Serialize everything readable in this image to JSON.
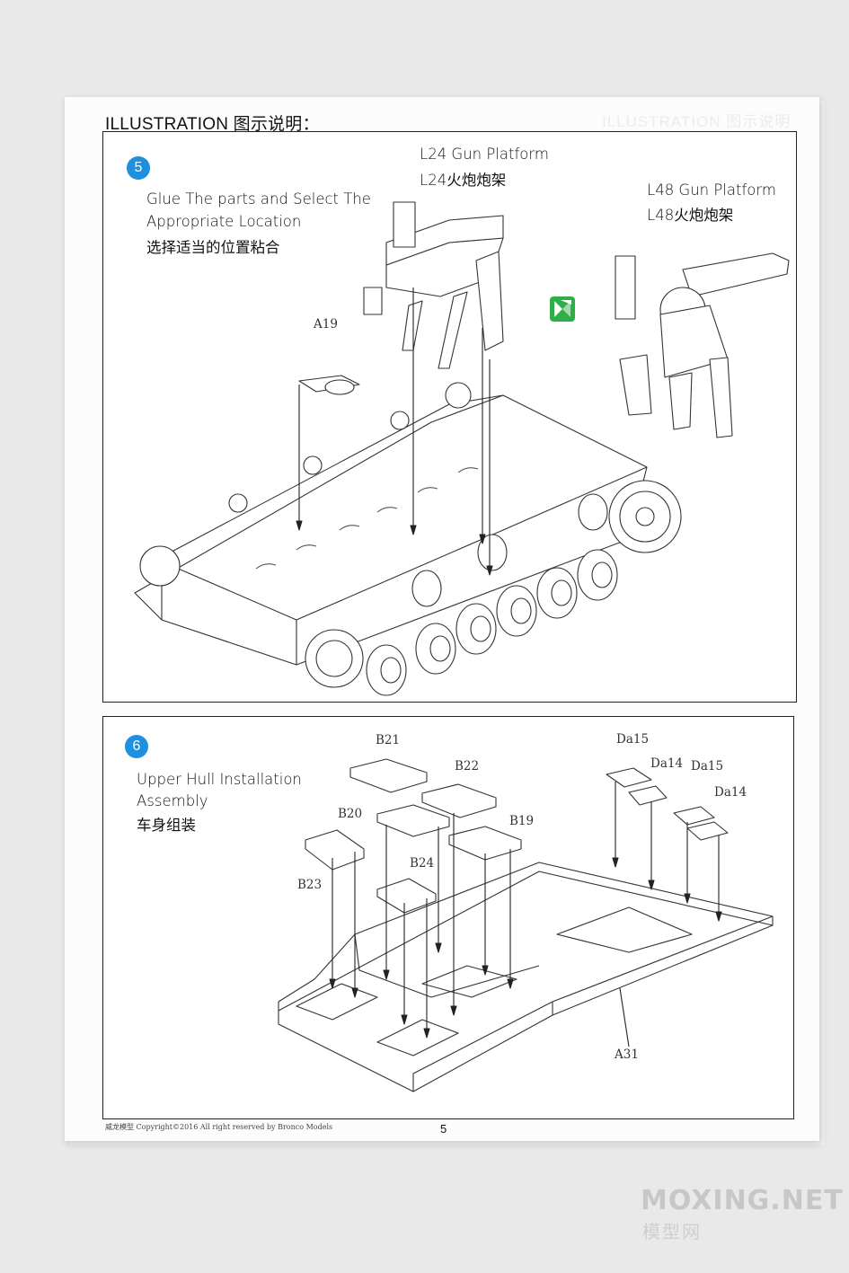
{
  "header": {
    "title": "ILLUSTRATION 图示说明："
  },
  "step5": {
    "number": "5",
    "text_en_1": "Glue The parts and Select The",
    "text_en_2": "Appropriate Location",
    "text_cn": "选择适当的位置粘合",
    "option_l24_en": "L24 Gun Platform",
    "option_l24_cn": "L24火炮炮架",
    "option_l48_en": "L48 Gun Platform",
    "option_l48_cn": "L48火炮炮架",
    "parts": {
      "a19": "A19"
    },
    "icon": "alternative-choice-icon"
  },
  "step6": {
    "number": "6",
    "text_en_1": "Upper Hull Installation",
    "text_en_2": "Assembly",
    "text_cn": "车身组装",
    "parts": {
      "b21": "B21",
      "b22": "B22",
      "b20": "B20",
      "b19": "B19",
      "b24": "B24",
      "b23": "B23",
      "a31": "A31",
      "da15_a": "Da15",
      "da14_a": "Da14",
      "da15_b": "Da15",
      "da14_b": "Da14"
    }
  },
  "footer": {
    "left": "威龙模型   Copyright©2016   All right reserved by Bronco Models",
    "page": "5"
  },
  "watermark": {
    "en": "MOXING.NET",
    "cn": "模型网"
  },
  "colors": {
    "step_badge": "#1f8fe0",
    "choice_icon": "#2fae4a"
  }
}
